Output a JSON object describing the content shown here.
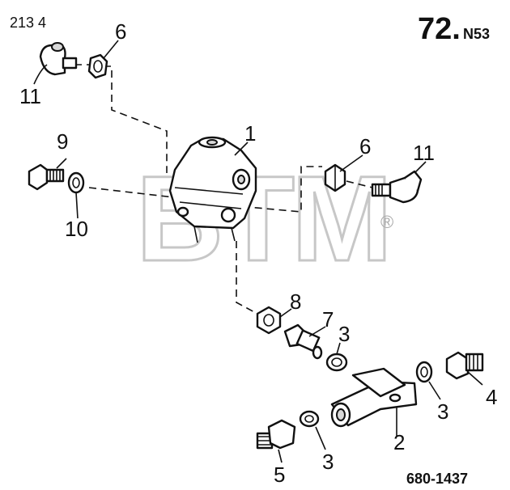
{
  "header": {
    "ref_left": "213 4",
    "page_number": "72.",
    "page_suffix": "N53"
  },
  "watermark": {
    "text": "BTM",
    "registered_mark": "®"
  },
  "footer": {
    "diagram_code": "680-1437"
  },
  "callouts": [
    {
      "id": "c1",
      "label": "1"
    },
    {
      "id": "c2",
      "label": "2"
    },
    {
      "id": "c3a",
      "label": "3"
    },
    {
      "id": "c3b",
      "label": "3"
    },
    {
      "id": "c3c",
      "label": "3"
    },
    {
      "id": "c4",
      "label": "4"
    },
    {
      "id": "c5",
      "label": "5"
    },
    {
      "id": "c6a",
      "label": "6"
    },
    {
      "id": "c6b",
      "label": "6"
    },
    {
      "id": "c7",
      "label": "7"
    },
    {
      "id": "c8",
      "label": "8"
    },
    {
      "id": "c9",
      "label": "9"
    },
    {
      "id": "c10",
      "label": "10"
    },
    {
      "id": "c11a",
      "label": "11"
    },
    {
      "id": "c11b",
      "label": "11"
    }
  ]
}
